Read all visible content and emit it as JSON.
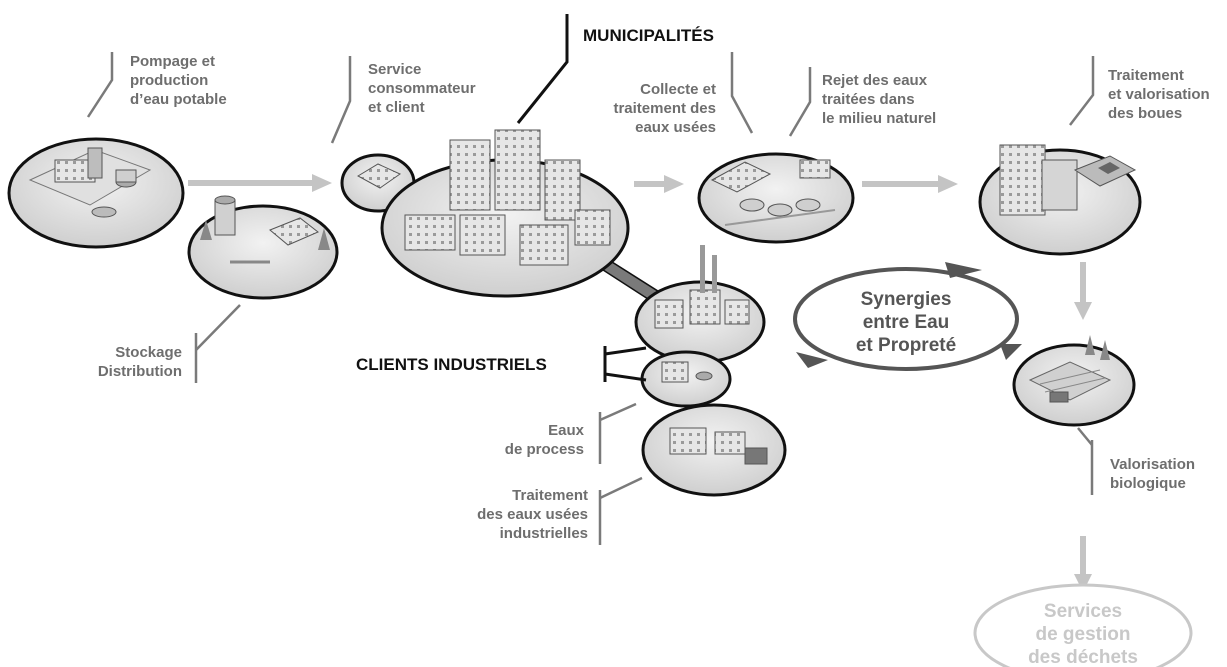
{
  "headers": {
    "municipalites": "MUNICIPALITÉS",
    "clients_industriels": "CLIENTS INDUSTRIELS"
  },
  "labels": {
    "pompage": "Pompage et\nproduction\nd’eau potable",
    "stockage": "Stockage\nDistribution",
    "service_client": "Service\nconsommateur\net client",
    "collecte": "Collecte et\ntraitement des\neaux usées",
    "rejet": "Rejet des eaux\ntraitées dans\nle milieu naturel",
    "boues": "Traitement\net valorisation\ndes boues",
    "valorisation_bio": "Valorisation\nbiologique",
    "eaux_process": "Eaux\nde process",
    "eaux_industrielles": "Traitement\ndes eaux usées\nindustrielles"
  },
  "synergies": "Synergies\nentre Eau\net Propreté",
  "services": "Services\nde gestion\ndes déchets",
  "colors": {
    "label_gray": "#6e6e6e",
    "arrow_gray": "#c4c4c4",
    "synergy_gray": "#555555",
    "services_gray": "#c8c8c8"
  }
}
